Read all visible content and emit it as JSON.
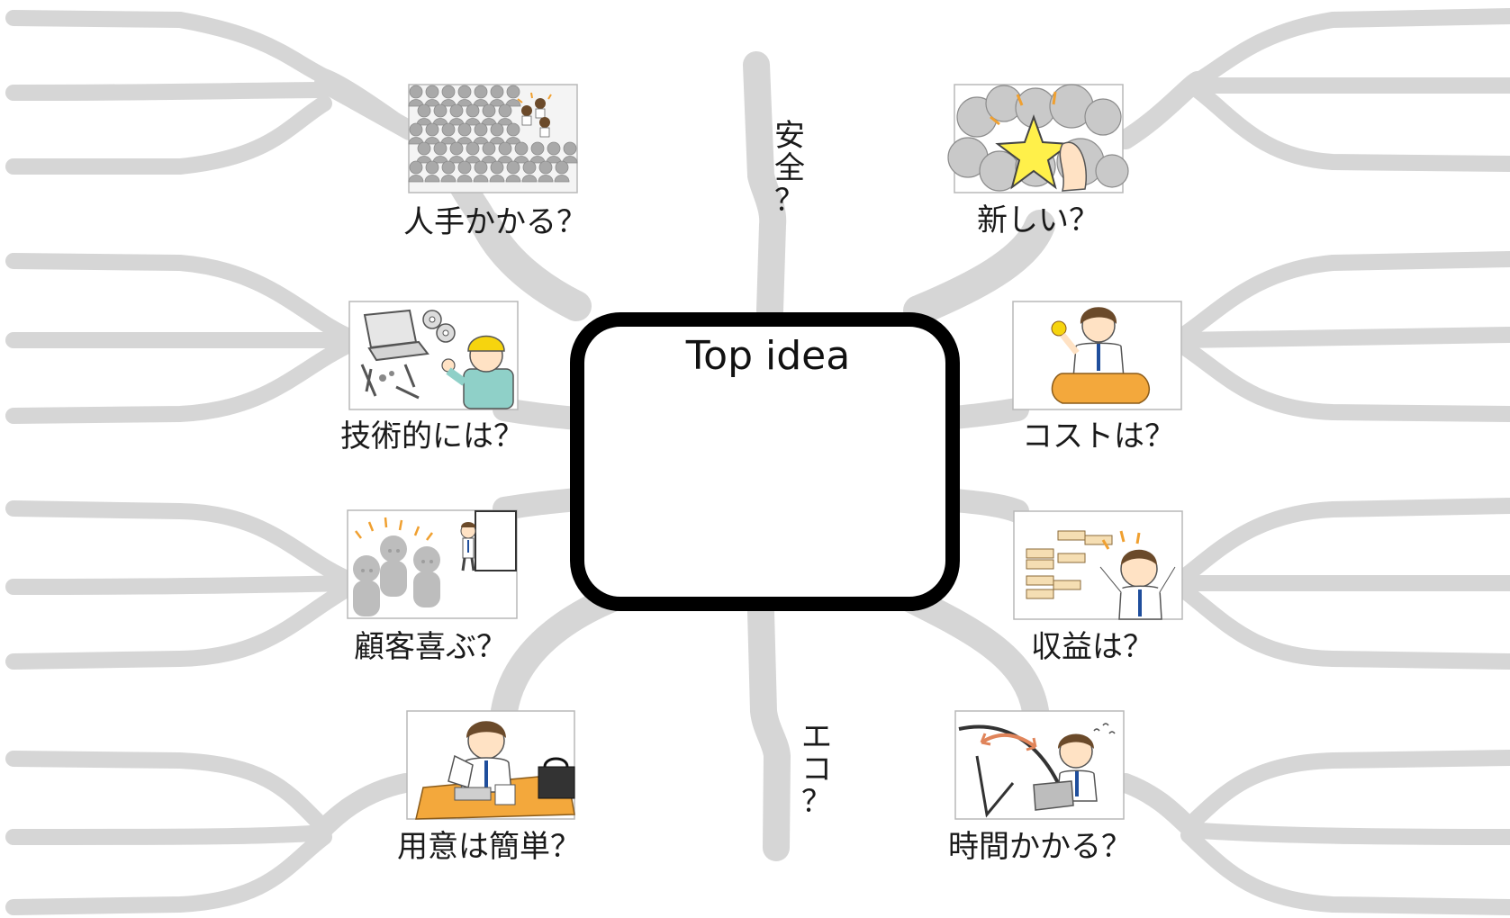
{
  "diagram": {
    "center": {
      "title": "Top idea"
    },
    "topics": [
      {
        "id": "manpower",
        "label": "人手かかる？",
        "icon": "crowd-people-icon"
      },
      {
        "id": "tech",
        "label": "技術的には？",
        "icon": "laptop-tools-worker-icon"
      },
      {
        "id": "customer",
        "label": "顧客喜ぶ？",
        "icon": "happy-audience-icon"
      },
      {
        "id": "prep",
        "label": "用意は簡単？",
        "icon": "desk-preparation-icon"
      },
      {
        "id": "new",
        "label": "新しい？",
        "icon": "star-in-bubbles-icon"
      },
      {
        "id": "cost",
        "label": "コストは？",
        "icon": "coin-purse-icon"
      },
      {
        "id": "revenue",
        "label": "収益は？",
        "icon": "money-stacks-icon"
      },
      {
        "id": "time",
        "label": "時間かかる？",
        "icon": "clock-worker-icon"
      }
    ],
    "vertical_topics": [
      {
        "id": "safety",
        "chars": [
          "安",
          "全",
          "？"
        ]
      },
      {
        "id": "eco",
        "chars": [
          "エ",
          "コ",
          "？"
        ]
      }
    ],
    "colors": {
      "branch": "#d6d6d6",
      "frame": "#000000",
      "shirt_blue": "#1f4e9c",
      "hair_brown": "#6b4a2a",
      "accent_orange": "#f0a030",
      "star_yellow": "#fff04a",
      "cost_bag": "#f3a83c"
    }
  }
}
